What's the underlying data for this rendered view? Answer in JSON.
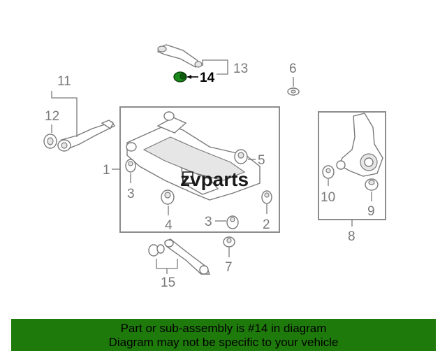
{
  "diagram": {
    "callouts": {
      "c1": "1",
      "c2": "2",
      "c3a": "3",
      "c3b": "3",
      "c4": "4",
      "c5": "5",
      "c6": "6",
      "c7": "7",
      "c8": "8",
      "c9": "9",
      "c10": "10",
      "c11": "11",
      "c12": "12",
      "c13": "13",
      "c14": "14",
      "c15": "15"
    },
    "highlighted_part": "14",
    "watermark": {
      "logo_text": "zvparts"
    },
    "colors": {
      "highlight_fill": "#1a8a1a",
      "footer_bg": "#1f7a0c",
      "line": "#7a7a7a"
    }
  },
  "footer": {
    "line1": "Part or sub-assembly is #14 in diagram",
    "line2": "Diagram may not be specific to your vehicle"
  }
}
